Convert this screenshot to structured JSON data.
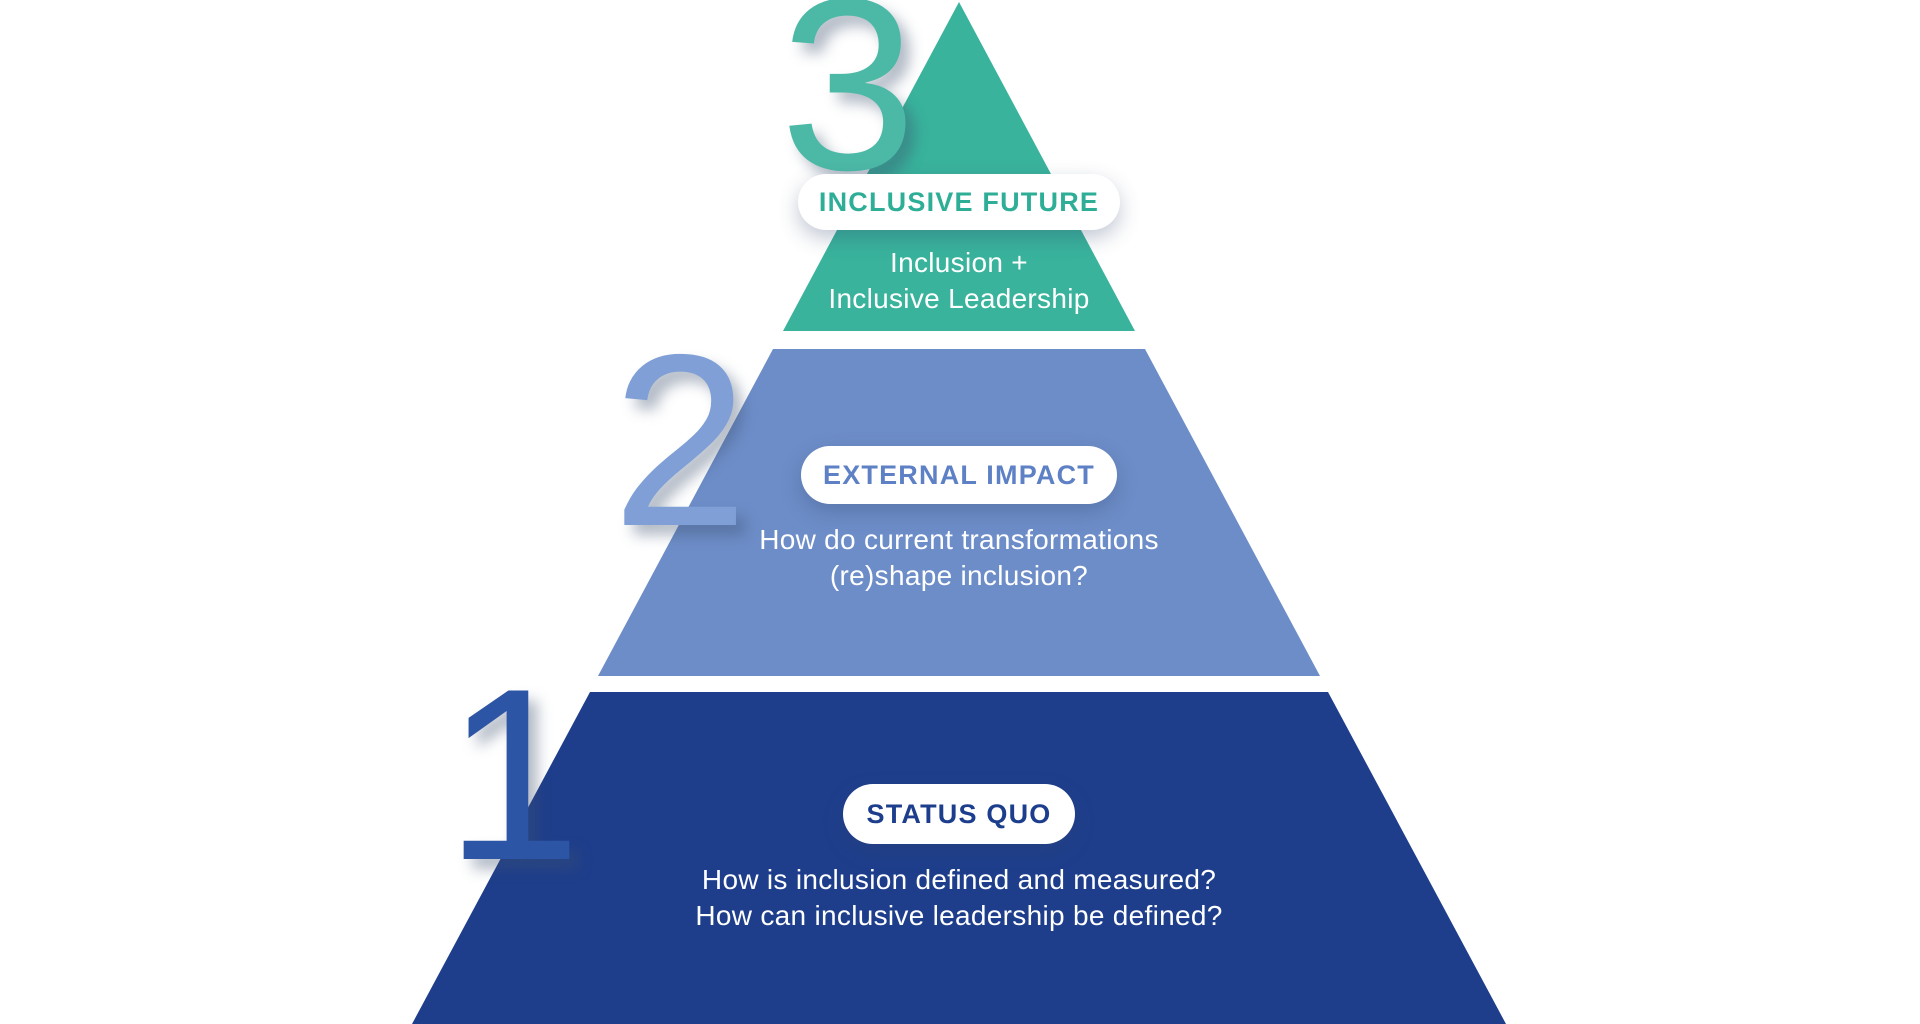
{
  "diagram": {
    "type": "pyramid",
    "background": "#ffffff",
    "levels": [
      {
        "number": "3",
        "label": "INCLUSIVE FUTURE",
        "description_lines": [
          "Inclusion +",
          "Inclusive Leadership"
        ],
        "fill_color": "#39b39c",
        "label_color": "#2fae97",
        "number_color": "#4cb9a6",
        "text_color": "#ffffff"
      },
      {
        "number": "2",
        "label": "EXTERNAL IMPACT",
        "description_lines": [
          "How do current transformations",
          "(re)shape inclusion?"
        ],
        "fill_color": "#6d8dc8",
        "label_color": "#5e81c6",
        "number_color": "#7f9fd6",
        "text_color": "#ffffff"
      },
      {
        "number": "1",
        "label": "STATUS QUO",
        "description_lines": [
          "How is inclusion defined and measured?",
          "How can inclusive leadership be defined?"
        ],
        "fill_color": "#1e3e8c",
        "label_color": "#1d3e8c",
        "number_color": "#2d55a5",
        "text_color": "#ffffff"
      }
    ]
  }
}
